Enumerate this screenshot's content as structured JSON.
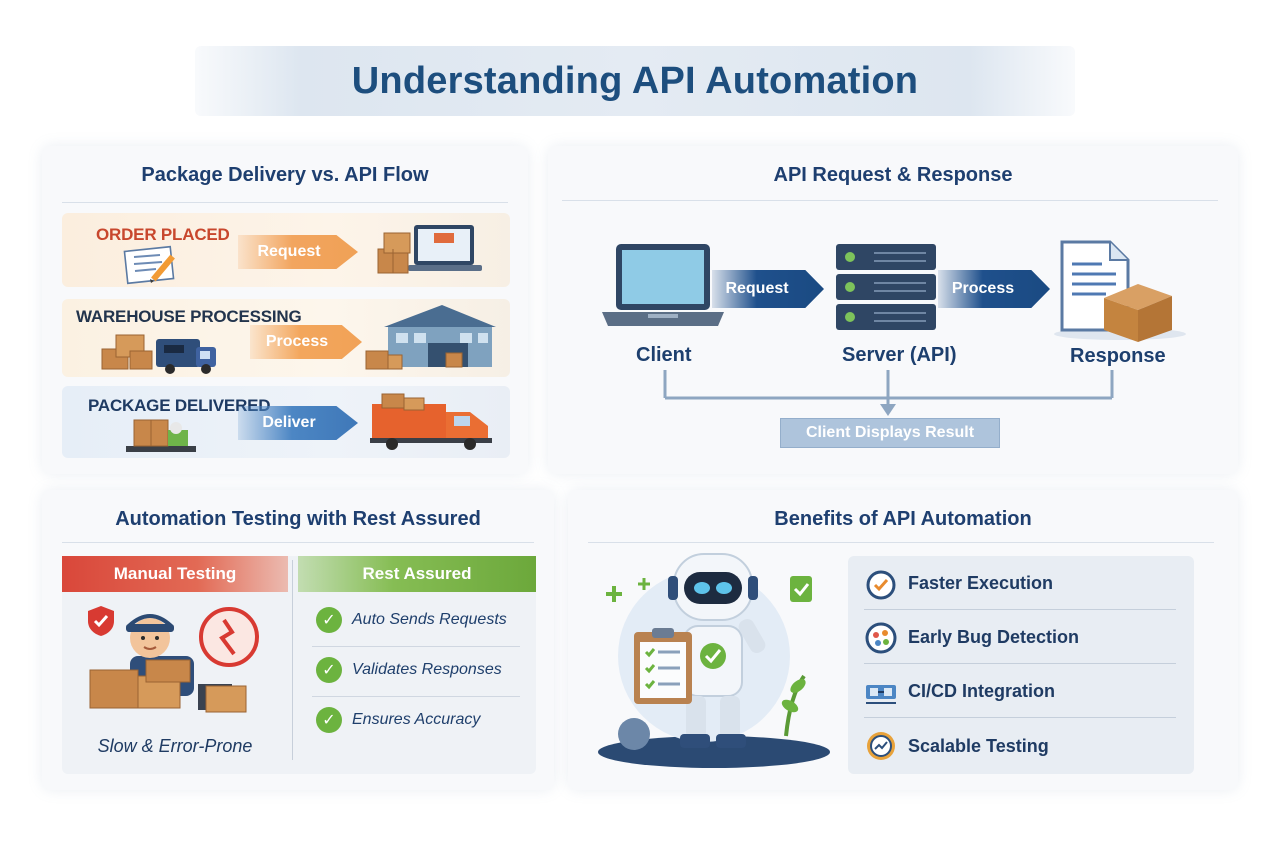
{
  "title": "Understanding API Automation",
  "delivery_panel": {
    "title": "Package Delivery vs. API Flow",
    "rows": [
      {
        "label": "ORDER PLACED",
        "action": "Request"
      },
      {
        "label": "WAREHOUSE PROCESSING",
        "action": "Process"
      },
      {
        "label": "PACKAGE DELIVERED",
        "action": "Deliver"
      }
    ]
  },
  "api_panel": {
    "title": "API Request & Response",
    "nodes": {
      "client": "Client",
      "server": "Server (API)",
      "response": "Response"
    },
    "arrows": {
      "request": "Request",
      "process": "Process"
    },
    "result": "Client Displays Result"
  },
  "testing_panel": {
    "title": "Automation Testing with Rest Assured",
    "manual_tab": "Manual Testing",
    "rest_tab": "Rest Assured",
    "manual_caption": "Slow & Error-Prone",
    "checks": [
      "Auto Sends Requests",
      "Validates Responses",
      "Ensures Accuracy"
    ]
  },
  "benefits_panel": {
    "title": "Benefits of API Automation",
    "items": [
      "Faster Execution",
      "Early Bug Detection",
      "CI/CD Integration",
      "Scalable Testing"
    ]
  },
  "colors": {
    "title_blue": "#1d4e7e",
    "order_orange": "#f2a55f",
    "process_orange": "#f3a65c",
    "deliver_blue": "#4c86c4",
    "request_navy": "#1f508c",
    "manual_red": "#e0584a",
    "rest_green": "#74b043",
    "check_green": "#6cb33f"
  }
}
